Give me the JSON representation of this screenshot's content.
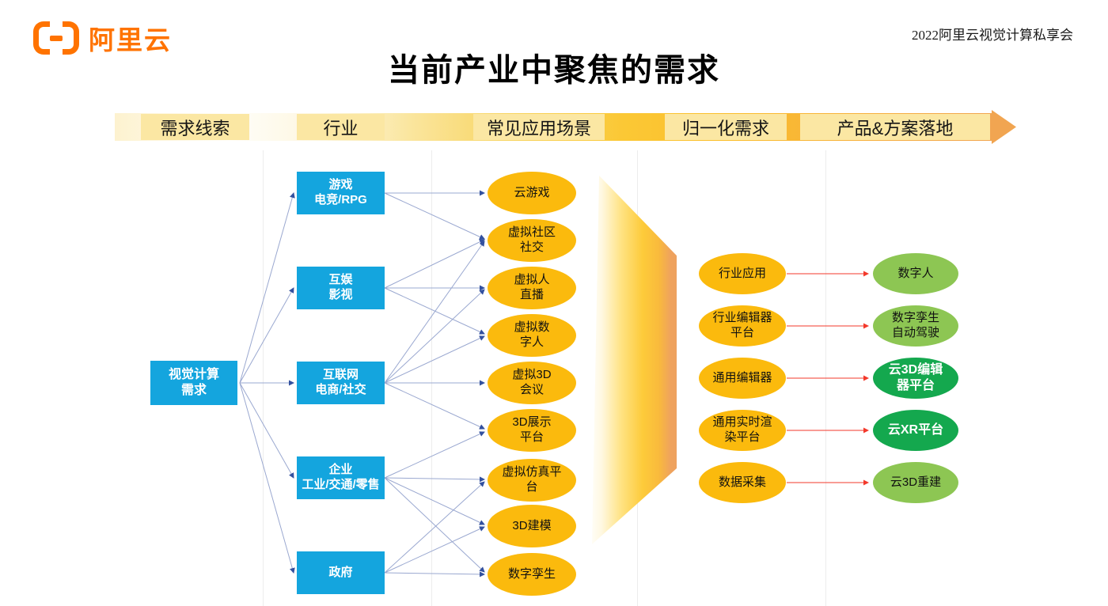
{
  "header": {
    "logo": {
      "brand": "阿里云",
      "icon": "alibaba-cloud-brackets-icon",
      "color": "#FF7300"
    },
    "event_label": "2022阿里云视觉计算私享会",
    "title": "当前产业中聚焦的需求"
  },
  "banner": {
    "columns": [
      "需求线索",
      "行业",
      "常见应用场景",
      "归一化需求",
      "产品&方案落地"
    ],
    "bar_colors": [
      "#FFFEFA",
      "#F8D45F",
      "#FBBE2C",
      "#F1A551"
    ]
  },
  "flow": {
    "demand_root": {
      "label": "视觉计算\n需求"
    },
    "industries": [
      {
        "label": "游戏\n电竞/RPG"
      },
      {
        "label": "互娱\n影视"
      },
      {
        "label": "互联网\n电商/社交"
      },
      {
        "label": "企业\n工业/交通/零售"
      },
      {
        "label": "政府"
      }
    ],
    "scenarios": [
      {
        "label": "云游戏"
      },
      {
        "label": "虚拟社区\n社交"
      },
      {
        "label": "虚拟人\n直播"
      },
      {
        "label": "虚拟数\n字人"
      },
      {
        "label": "虚拟3D\n会议"
      },
      {
        "label": "3D展示\n平台"
      },
      {
        "label": "虚拟仿真平\n台"
      },
      {
        "label": "3D建模"
      },
      {
        "label": "数字孪生"
      }
    ],
    "normalized_demands": [
      {
        "label": "行业应用"
      },
      {
        "label": "行业编辑器\n平台"
      },
      {
        "label": "通用编辑器"
      },
      {
        "label": "通用实时渲\n染平台"
      },
      {
        "label": "数据采集"
      }
    ],
    "products": [
      {
        "label": "数字人",
        "emphasis": "light"
      },
      {
        "label": "数字孪生\n自动驾驶",
        "emphasis": "light"
      },
      {
        "label": "云3D编辑\n器平台",
        "emphasis": "dark"
      },
      {
        "label": "云XR平台",
        "emphasis": "dark"
      },
      {
        "label": "云3D重建",
        "emphasis": "light"
      }
    ]
  },
  "colors": {
    "accent_orange": "#FF7300",
    "box_blue": "#14A5DE",
    "ellipse_yellow": "#FBBA0D",
    "green_light": "#8DC653",
    "green_dark": "#14A84E",
    "connector_blue": "#9AA8D0",
    "connector_red": "#F3392B"
  }
}
